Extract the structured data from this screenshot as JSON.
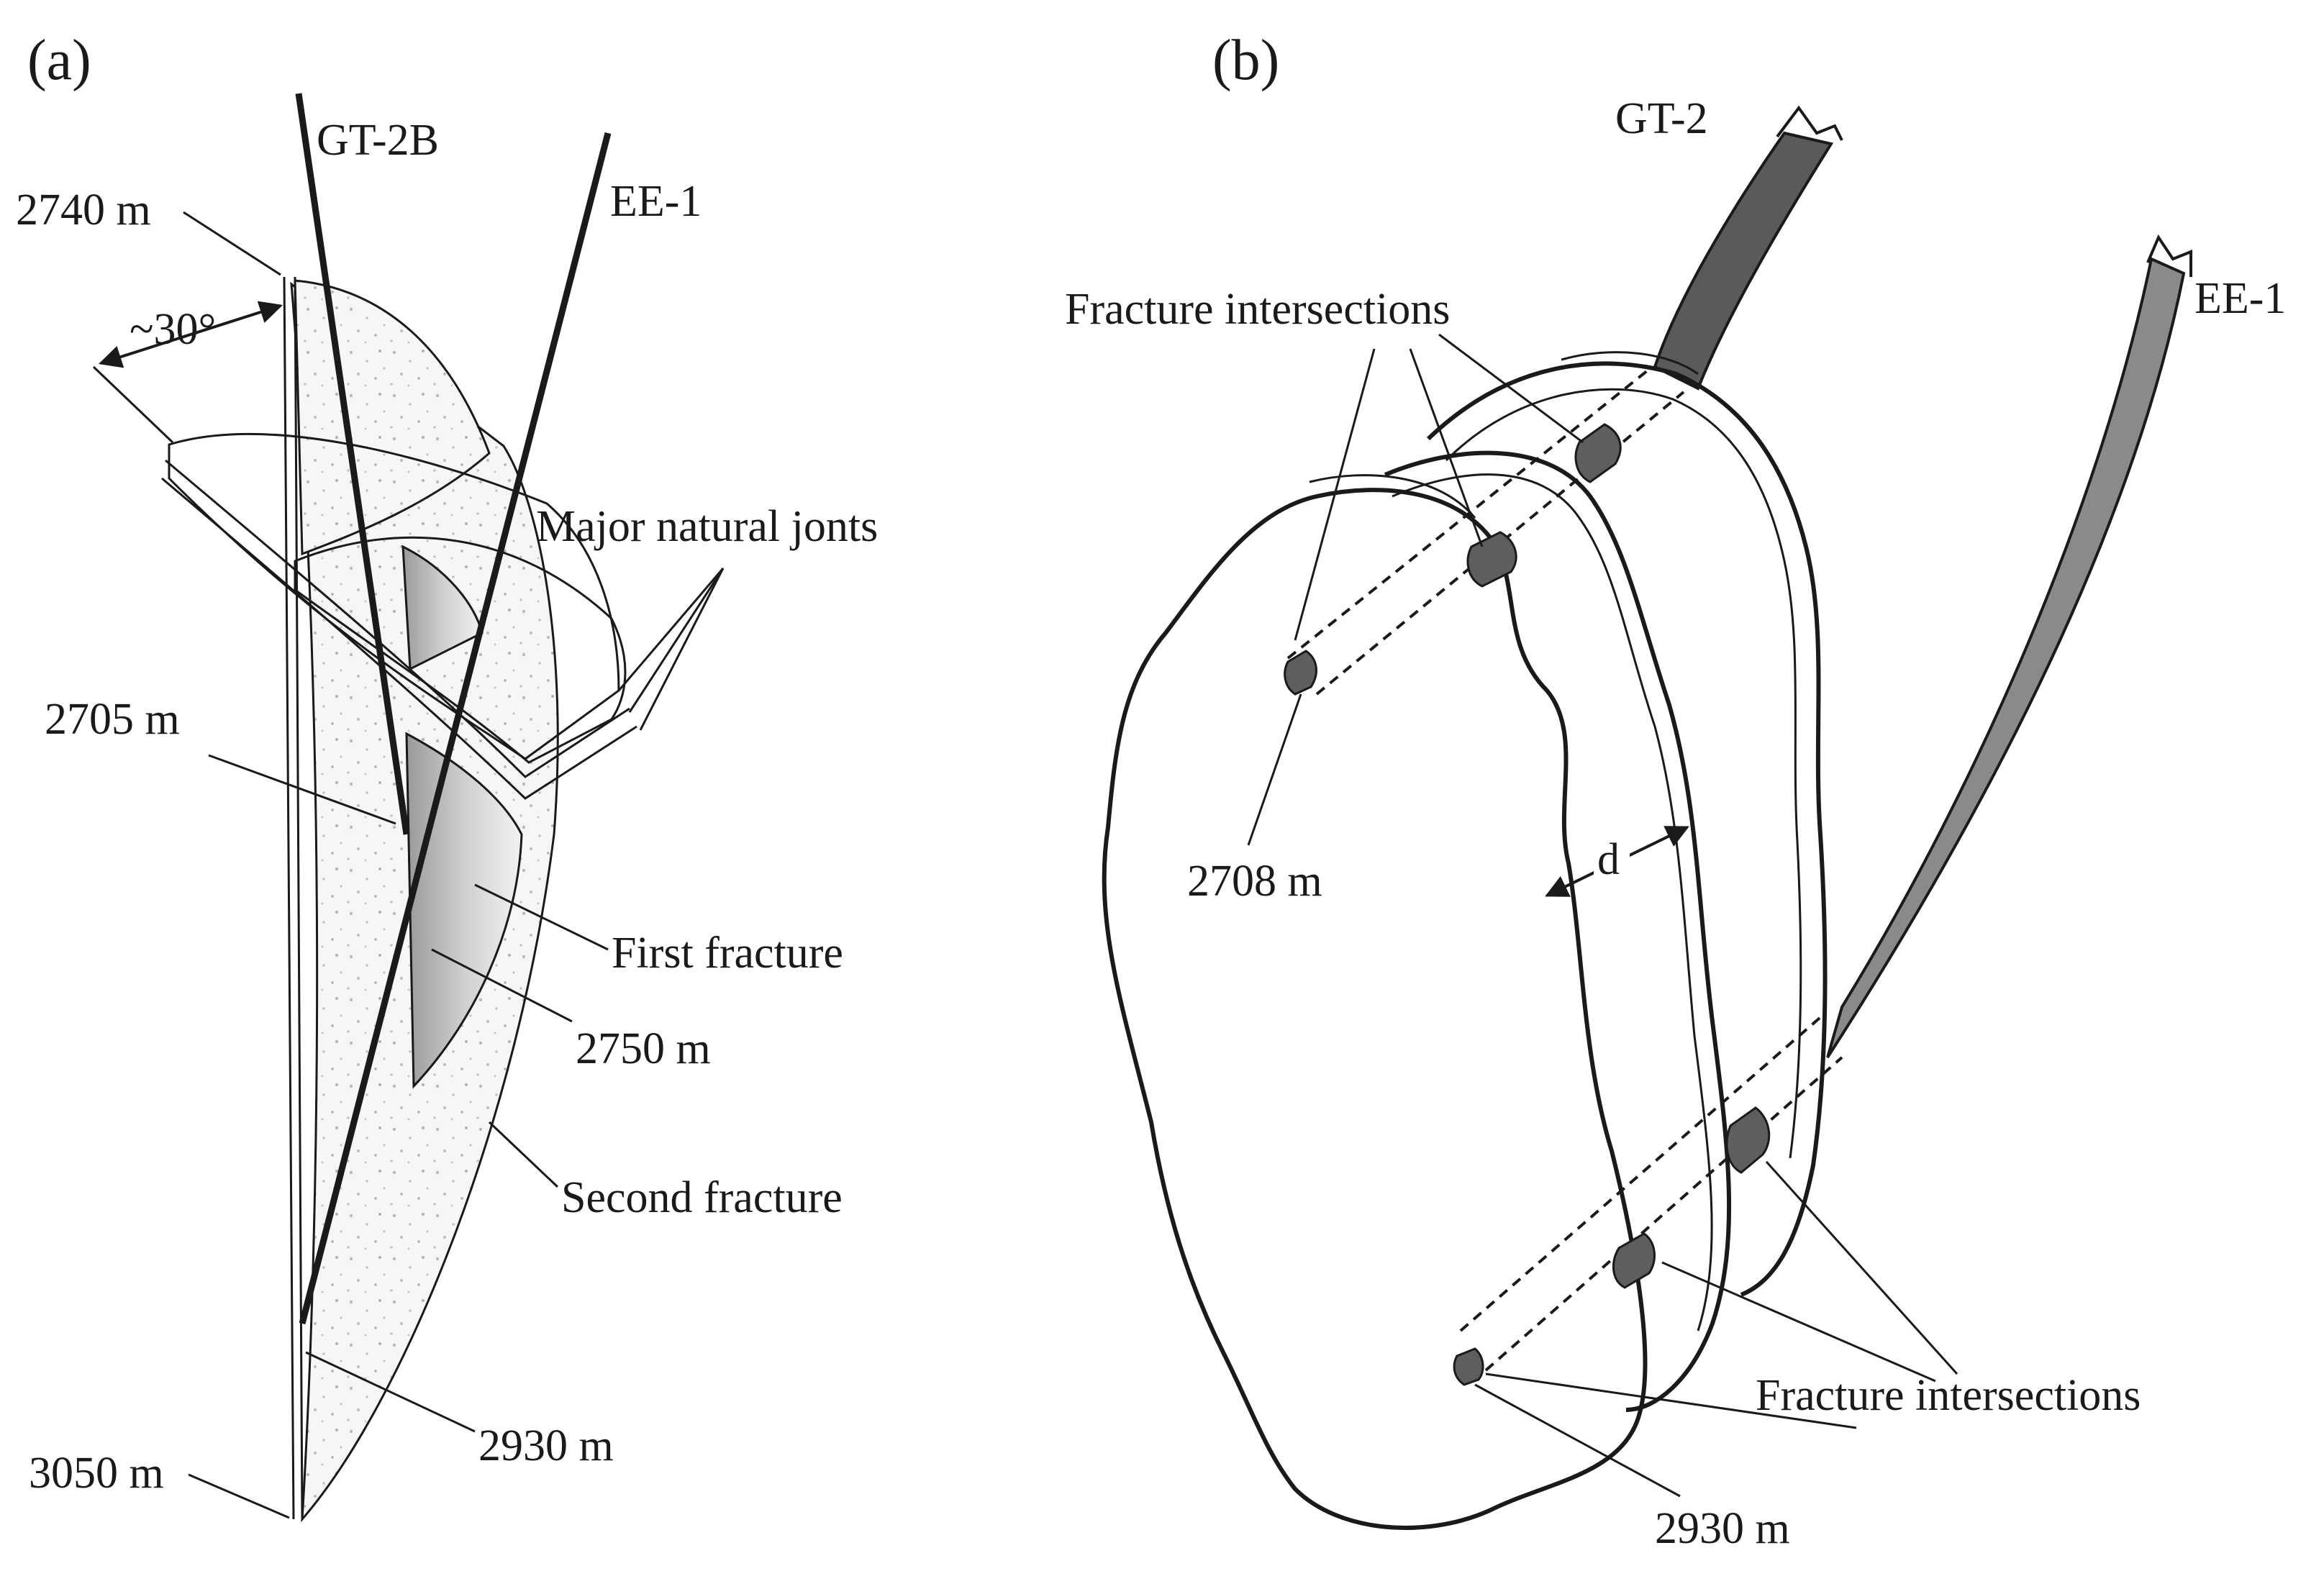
{
  "panels": {
    "a": {
      "panel_label": "(a)",
      "well_gt2b": "GT-2B",
      "well_ee1": "EE-1",
      "depth_2740": "2740 m",
      "angle": "~30°",
      "joints": "Major natural jonts",
      "depth_2705": "2705 m",
      "first_fracture": "First fracture",
      "depth_2750": "2750 m",
      "second_fracture": "Second fracture",
      "depth_2930": "2930 m",
      "depth_3050": "3050 m"
    },
    "b": {
      "panel_label": "(b)",
      "well_gt2": "GT-2",
      "well_ee1": "EE-1",
      "intersections_top": "Fracture  intersections",
      "depth_2708": "2708 m",
      "spacing": "d",
      "intersections_bottom": "Fracture  intersections",
      "depth_2930": "2930 m"
    }
  },
  "colors": {
    "ink": "#1a1a1a",
    "well_gt2": "#5a5a5a",
    "well_ee1": "#8a8a8a",
    "intersection": "#5e5e5e",
    "first_fracture_fill": "#c9c9c9",
    "second_fracture_fill": "#ededed"
  }
}
